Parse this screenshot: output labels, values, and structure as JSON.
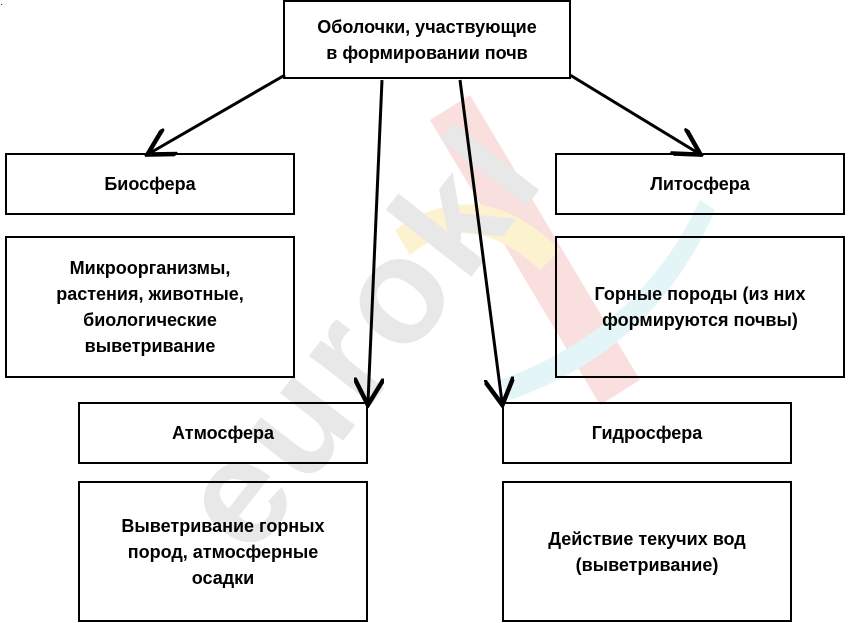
{
  "root": {
    "label": "Оболочки, участвующие\nв формировании почв"
  },
  "spheres": [
    {
      "name": "Биосфера",
      "description": "Микроорганизмы,\nрастения, животные,\nбиологические\nвыветривание"
    },
    {
      "name": "Литосфера",
      "description": "Горные породы (из них\nформируются почвы)"
    },
    {
      "name": "Атмосфера",
      "description": "Выветривание горных\nпород, атмосферные\nосадки"
    },
    {
      "name": "Гидросфера",
      "description": "Действие текучих вод\n(выветривание)"
    }
  ],
  "watermark": {
    "text": "eurokl",
    "colors": [
      "#a9a9a9",
      "#f5a623",
      "#f7c6c6",
      "#fde9a8",
      "#cdeef0"
    ]
  }
}
